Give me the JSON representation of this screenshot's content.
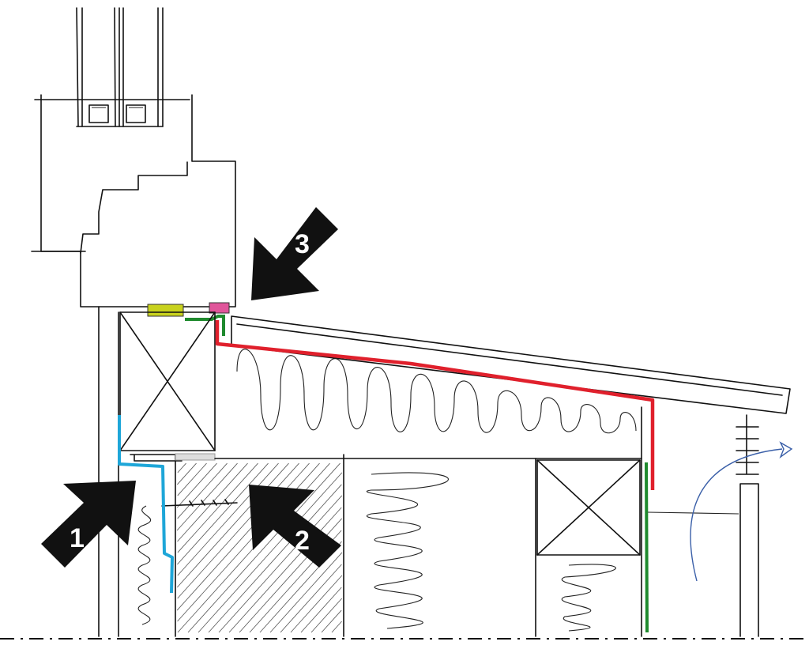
{
  "callouts": [
    {
      "label": "1",
      "name": "membrane-wrap-at-wall"
    },
    {
      "label": "2",
      "name": "fastener-through-insulation"
    },
    {
      "label": "3",
      "name": "sill-sealant-at-window"
    }
  ],
  "colors": {
    "membrane_blue": "#1ea6d8",
    "membrane_red": "#e0202c",
    "membrane_green": "#1f8a2e",
    "shim_yellow": "#c8d21e",
    "sealant_pink": "#e0559a",
    "arrow_black": "#111111",
    "airflow_blue": "#3a5fa8"
  }
}
